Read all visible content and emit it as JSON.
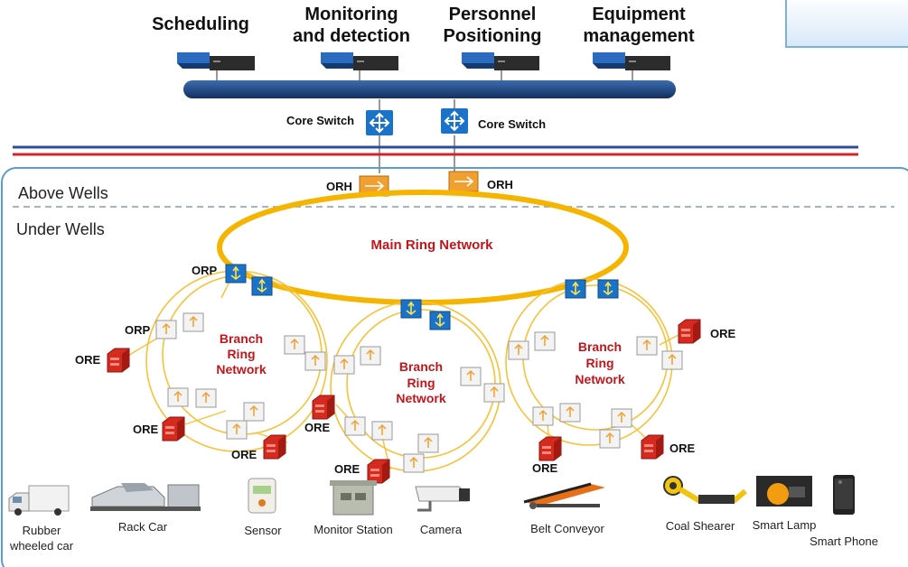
{
  "services": [
    "Scheduling",
    "Monitoring\nand detection",
    "Personnel\nPositioning",
    "Equipment\nmanagement"
  ],
  "core_switch_label": "Core Switch",
  "orh_label": "ORH",
  "zones": {
    "above": "Above Wells",
    "under": "Under Wells"
  },
  "main_ring_label": "Main Ring Network",
  "branch_ring_label": "Branch\nRing\nNetwork",
  "orp_label": "ORP",
  "ore_label": "ORE",
  "devices": [
    "Rubber\nwheeled car",
    "Rack Car",
    "Sensor",
    "Monitor Station",
    "Camera",
    "Belt Conveyor",
    "Coal Shearer",
    "Smart Lamp",
    "Smart Phone"
  ],
  "colors": {
    "bus": "#1f4e8c",
    "switch_blue": "#1a73c8",
    "ring": "#f5b400",
    "ore_red": "#d42a1f",
    "orh_orange": "#f0a030",
    "label_red": "#c0161c",
    "frame": "#5a9ec9",
    "line_red": "#d6232a",
    "line_blue": "#2c4e9b"
  }
}
